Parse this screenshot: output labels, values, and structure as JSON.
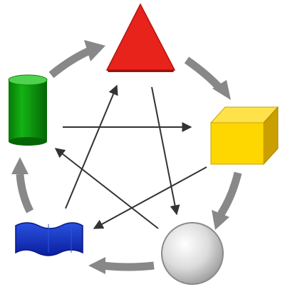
{
  "diagram": {
    "nodes": [
      {
        "id": "triangle",
        "shape": "triangle",
        "color": "#e8231b"
      },
      {
        "id": "cube",
        "shape": "cube",
        "color": "#ffd700"
      },
      {
        "id": "sphere",
        "shape": "sphere",
        "color": "#d9d9d9"
      },
      {
        "id": "wave",
        "shape": "wave-block",
        "color": "#0a2fc4"
      },
      {
        "id": "cylinder",
        "shape": "cylinder",
        "color": "#0a9a0a"
      }
    ],
    "cycle_arrows": [
      {
        "from": "cylinder",
        "to": "triangle"
      },
      {
        "from": "triangle",
        "to": "cube"
      },
      {
        "from": "cube",
        "to": "sphere"
      },
      {
        "from": "sphere",
        "to": "wave"
      },
      {
        "from": "wave",
        "to": "cylinder"
      }
    ],
    "star_arrows": [
      {
        "from": "cylinder",
        "to": "cube"
      },
      {
        "from": "cube",
        "to": "wave"
      },
      {
        "from": "wave",
        "to": "triangle"
      },
      {
        "from": "triangle",
        "to": "sphere"
      },
      {
        "from": "sphere",
        "to": "cylinder"
      }
    ],
    "cycle_arrow_color": "#888888",
    "star_arrow_color": "#333333"
  }
}
